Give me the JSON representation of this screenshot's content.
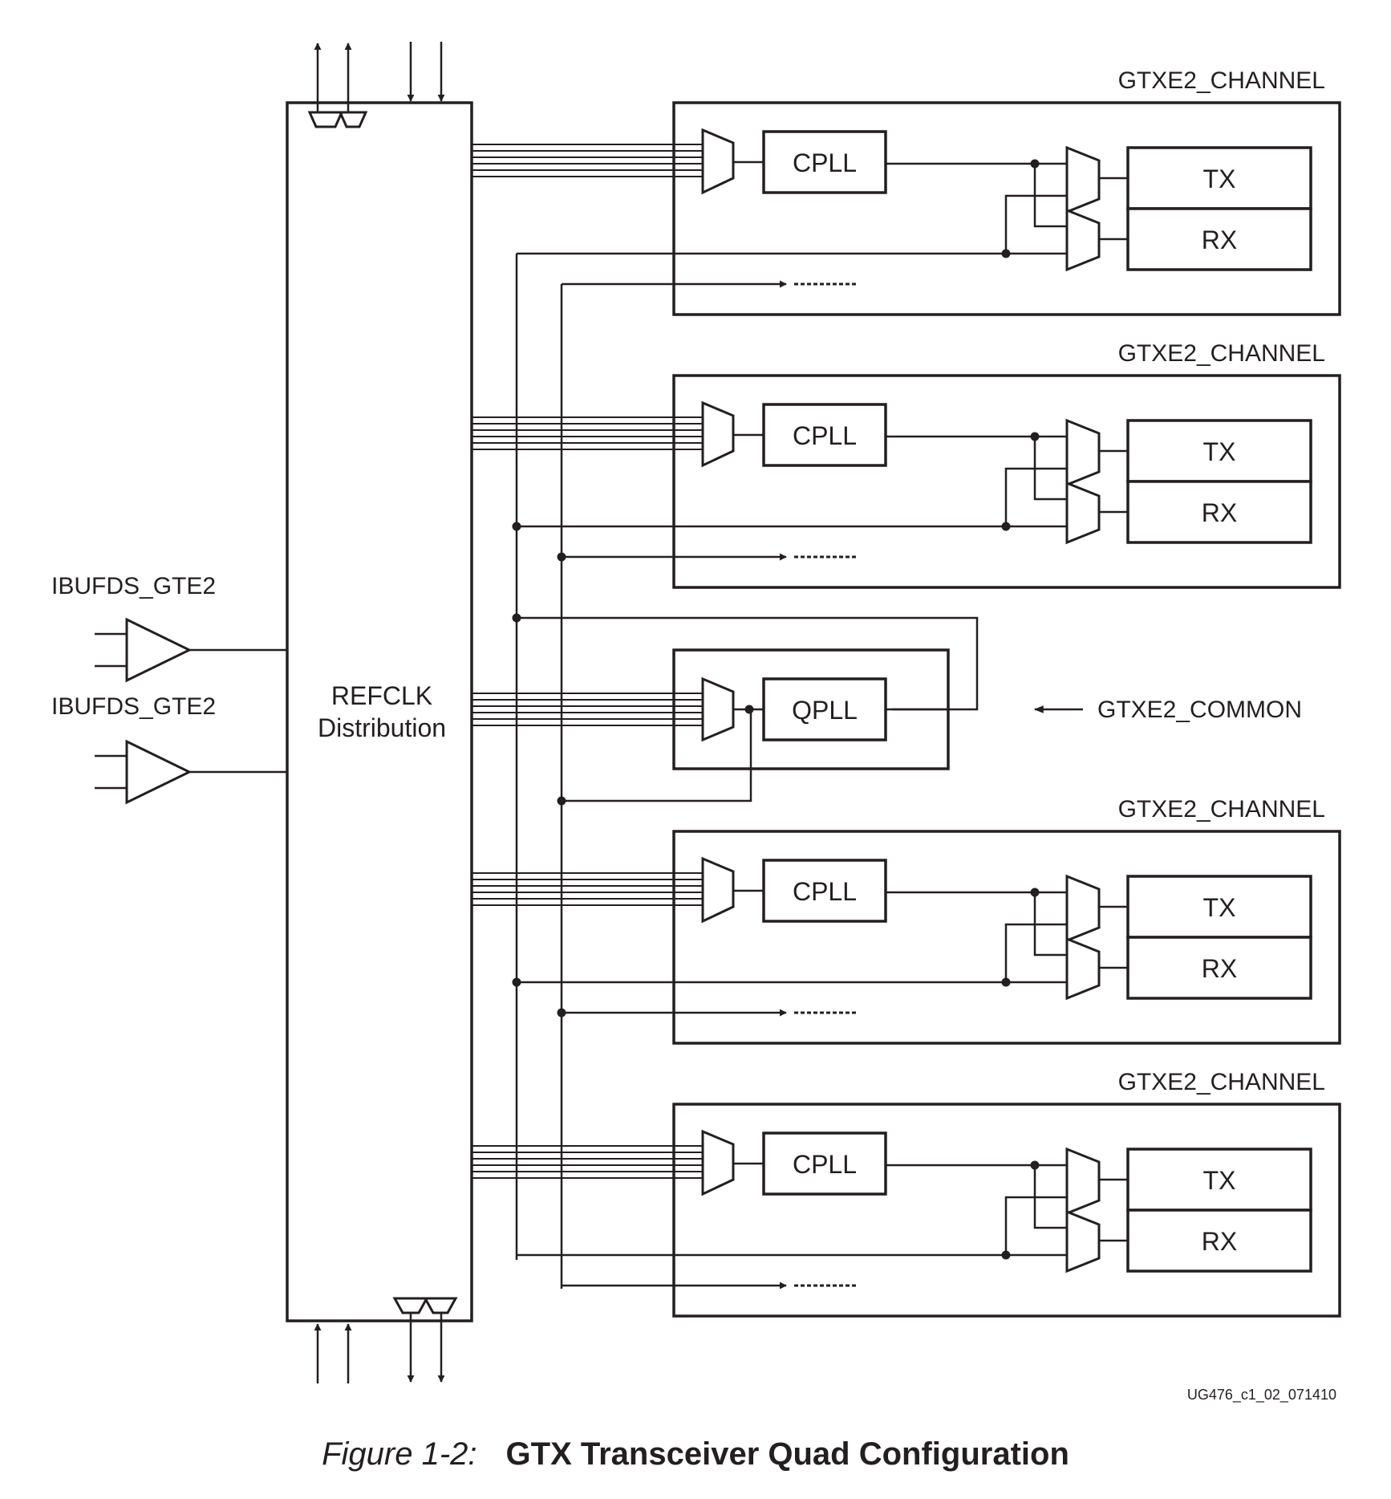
{
  "diagram": {
    "refclk_label_line1": "REFCLK",
    "refclk_label_line2": "Distribution",
    "ibufds_labels": [
      "IBUFDS_GTE2",
      "IBUFDS_GTE2"
    ],
    "channels": [
      {
        "title": "GTXE2_CHANNEL",
        "pll": "CPLL",
        "tx": "TX",
        "rx": "RX"
      },
      {
        "title": "GTXE2_CHANNEL",
        "pll": "CPLL",
        "tx": "TX",
        "rx": "RX"
      },
      {
        "title": "GTXE2_CHANNEL",
        "pll": "CPLL",
        "tx": "TX",
        "rx": "RX"
      },
      {
        "title": "GTXE2_CHANNEL",
        "pll": "CPLL",
        "tx": "TX",
        "rx": "RX"
      }
    ],
    "common": {
      "title": "GTXE2_COMMON",
      "pll": "QPLL"
    },
    "doc_id": "UG476_c1_02_071410"
  },
  "caption": {
    "number": "Figure 1-2:",
    "title": "GTX Transceiver Quad Configuration"
  }
}
